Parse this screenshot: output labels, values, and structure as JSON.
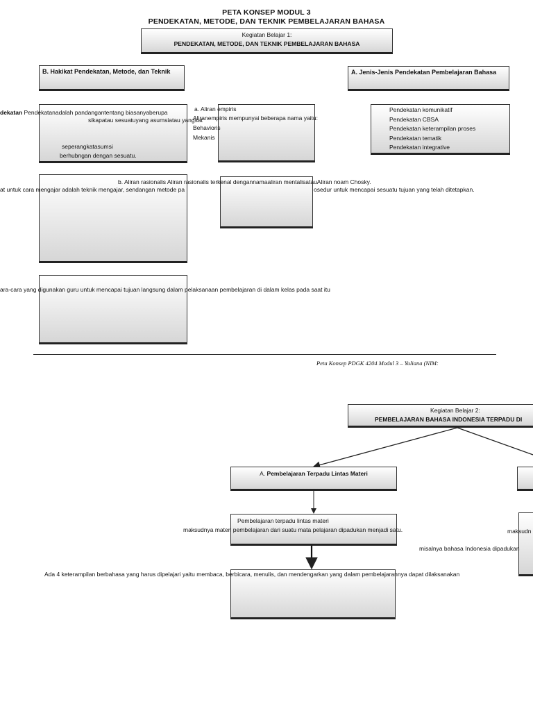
{
  "title": {
    "line1": "PETA KONSEP MODUL 3",
    "line2": "PENDEKATAN, METODE, DAN TEKNIK PEMBELAJARAN BAHASA"
  },
  "kb1": {
    "label": "Kegiatan Belajar 1:",
    "title": "PENDEKATAN, METODE, DAN TEKNIK PEMBELAJARAN BAHASA"
  },
  "section_b": {
    "heading": "B. Hakikat Pendekatan, Metode, dan Teknik"
  },
  "section_a": {
    "heading": "A. Jenis-Jenis Pendekatan Pembelajaran Bahasa",
    "items": [
      "Pendekatan komunikatif",
      "Pendekatan CBSA",
      "Pendekatan keterampilan proses",
      "Pendekatan tematik",
      "Pendekatan integrative"
    ]
  },
  "pendekatan_box": {
    "label_bold": "dekatan",
    "text1": "Pendekatanadalah pandangantentang biasanyaberupa",
    "text2": "sikapatau sesuatuyang asumsiatau yangsat",
    "text3": "seperangkatasumsi",
    "text4": "berhubngan dengan sesuatu."
  },
  "aliran_empiris": {
    "line1": "a. Aliran empiris",
    "line2": "Aliranempiris mempunyai beberapa nama yaitu:",
    "line3": "Behavioris",
    "line4": "Mekanis"
  },
  "aliran_rasionalis": {
    "line1": "b. Aliran rasionalis Aliran rasionalis terkenal dengannamaaliran mentalisatauAliran noam Chosky.",
    "line2a": "at  untuk cara mengajar adalah teknik mengajar, sendangan metode pa",
    "line2b": "osedur untuk mencapai sesuatu tujuan yang telah ditetapkan."
  },
  "teknik": {
    "text": "ara-cara yang digunakan guru untuk mencapai tujuan langsung dalam pelaksanaan pembelajaran di dalam kelas pada saat itu"
  },
  "footer": {
    "text": "Peta Konsep PDGK 4204 Modul 3 – Yuliana (NIM:"
  },
  "kb2": {
    "label": "Kegiatan Belajar 2:",
    "title": "PEMBELAJARAN BAHASA INDONESIA TERPADU DI"
  },
  "terpadu_a": {
    "heading_prefix": "A.",
    "heading": "Pembelajaran Terpadu Lintas Materi",
    "desc1": "Pembelajaran          terpadu          lintas          materi",
    "desc2": "maksudnya materi pembelajaran dari suatu mata pelajaran dipadukan menjadi satu.",
    "desc3": "Ada 4 keterampilan berbahasa yang harus dipelajari yaitu membaca, berbicara, menulis, dan mendengarkan yang dalam pembelajarannya dapat dilaksanakan"
  },
  "terpadu_b": {
    "desc1": "maksudn",
    "desc2": "misalnya bahasa Indonesia dipadukan"
  }
}
